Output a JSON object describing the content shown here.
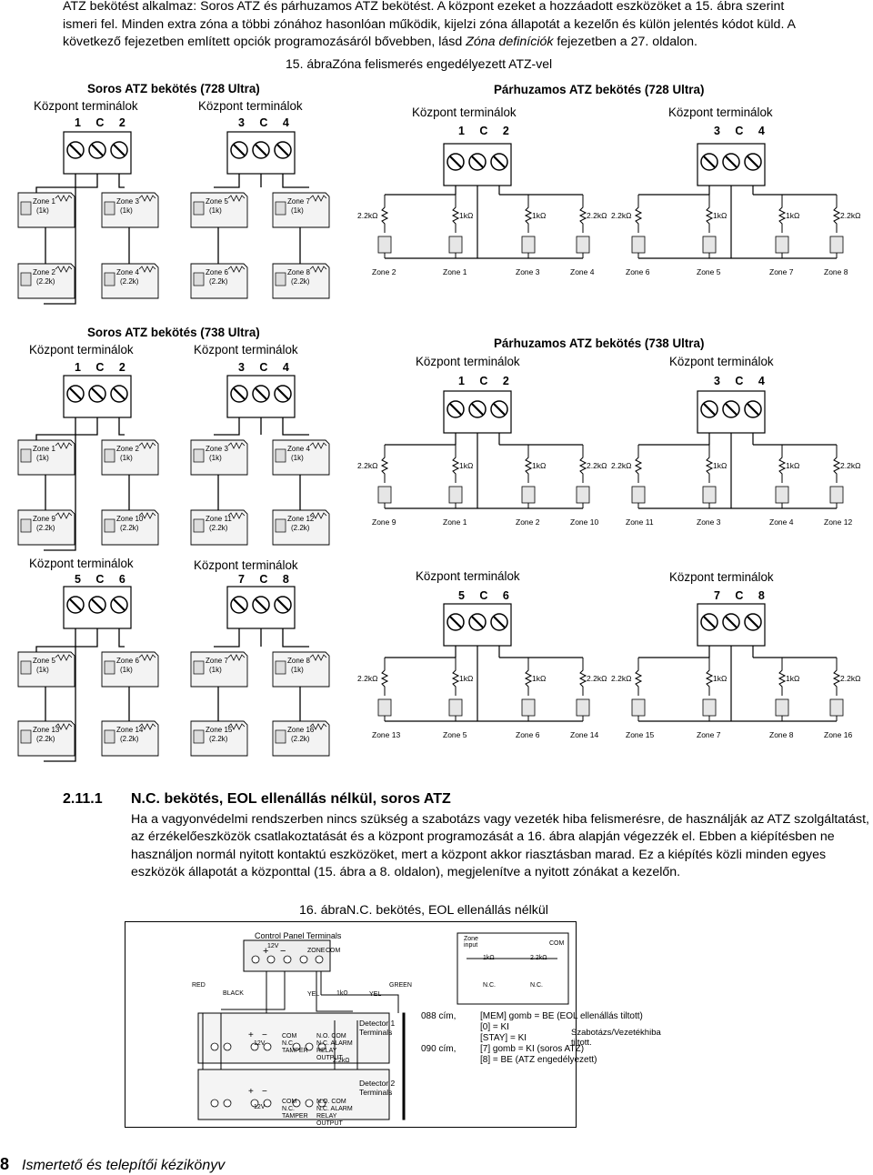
{
  "intro": {
    "line1": "ATZ bekötést alkalmaz: Soros ATZ és párhuzamos ATZ bekötést. A központ ezeket a hozzáadott eszközöket a 15. ábra szerint",
    "line2": "ismeri fel. Minden extra zóna a többi zónához hasonlóan működik, kijelzi zóna állapotát a kezelőn és külön jelentés kódot küld. A",
    "line3a": "következő fejezetben említett opciók programozásáról bővebben, lásd ",
    "line3i": "Zóna definíciók",
    "line3b": " fejezetben a 27. oldalon."
  },
  "figure15": {
    "caption": "15. ábraZóna felismerés engedélyezett ATZ-vel",
    "soros728": "Soros ATZ bekötés (728 Ultra)",
    "parh728": "Párhuzamos ATZ bekötés (728 Ultra)",
    "soros738": "Soros ATZ bekötés (738 Ultra)",
    "parh738": "Párhuzamos ATZ bekötés (738 Ultra)",
    "kozpont": "Központ terminálok",
    "t1": "1 C 2",
    "t2": "3 C 4",
    "t3": "5 C 6",
    "t4": "7 C 8",
    "serial728": {
      "top": [
        [
          "Zone 1",
          "(1k)"
        ],
        [
          "Zone 3",
          "(1k)"
        ],
        [
          "Zone 5",
          "(1k)"
        ],
        [
          "Zone 7",
          "(1k)"
        ]
      ],
      "bottom": [
        [
          "Zone 2",
          "(2.2k)"
        ],
        [
          "Zone 4",
          "(2.2k)"
        ],
        [
          "Zone 6",
          "(2.2k)"
        ],
        [
          "Zone 8",
          "(2.2k)"
        ]
      ]
    },
    "serial738a": {
      "top": [
        [
          "Zone 1",
          "(1k)"
        ],
        [
          "Zone 2",
          "(1k)"
        ],
        [
          "Zone 3",
          "(1k)"
        ],
        [
          "Zone 4",
          "(1k)"
        ]
      ],
      "bottom": [
        [
          "Zone 9",
          "(2.2k)"
        ],
        [
          "Zone 10",
          "(2.2k)"
        ],
        [
          "Zone 11",
          "(2.2k)"
        ],
        [
          "Zone 12",
          "(2.2k)"
        ]
      ]
    },
    "serial738b": {
      "top": [
        [
          "Zone 5",
          "(1k)"
        ],
        [
          "Zone 6",
          "(1k)"
        ],
        [
          "Zone 7",
          "(1k)"
        ],
        [
          "Zone 8",
          "(1k)"
        ]
      ],
      "bottom": [
        [
          "Zone 13",
          "(2.2k)"
        ],
        [
          "Zone 14",
          "(2.2k)"
        ],
        [
          "Zone 15",
          "(2.2k)"
        ],
        [
          "Zone 16",
          "(2.2k)"
        ]
      ]
    },
    "res": [
      "2.2kΩ",
      "1kΩ",
      "1kΩ",
      "2.2kΩ"
    ],
    "par728": [
      [
        "Zone 2",
        "Zone 1",
        "Zone 3",
        "Zone 4"
      ],
      [
        "Zone 6",
        "Zone 5",
        "Zone 7",
        "Zone 8"
      ]
    ],
    "par738a": [
      [
        "Zone 9",
        "Zone 1",
        "Zone 2",
        "Zone 10"
      ],
      [
        "Zone 11",
        "Zone 3",
        "Zone 4",
        "Zone 12"
      ]
    ],
    "par738b": [
      [
        "Zone 13",
        "Zone 5",
        "Zone 6",
        "Zone 14"
      ],
      [
        "Zone 15",
        "Zone 7",
        "Zone 8",
        "Zone 16"
      ]
    ]
  },
  "section": {
    "number": "2.11.1",
    "title": "N.C. bekötés, EOL ellenállás nélkül, soros ATZ",
    "paragraph": "Ha a vagyonvédelmi rendszerben nincs szükség a szabotázs vagy vezeték hiba felismerésre, de használják az ATZ szolgáltatást, az érzékelőeszközök csatlakoztatását és a központ programozását a 16. ábra alapján végezzék el. Ebben a kiépítésben ne használjon normál nyitott kontaktú eszközöket, mert a központ akkor riasztásban marad. Ez a kiépítés közli minden egyes eszközök állapotát a központtal (15. ábra a 8. oldalon), megjelenítve a nyitott zónákat a kezelőn."
  },
  "figure16": {
    "caption": "16. ábraN.C. bekötés, EOL ellenállás nélkül",
    "cpt": "Control Panel Terminals",
    "v12": "12V",
    "zone": "ZONE",
    "com": "COM",
    "plus": "+",
    "minus": "−",
    "zoneinput": "Zone input",
    "comlbl": "COM",
    "r1": "1kΩ",
    "r2": "2.2kΩ",
    "nc": "N.C.",
    "red": "RED",
    "black": "BLACK",
    "yel": "YEL",
    "green": "GREEN",
    "r1b": "1kΩ",
    "r2b": "2.2kΩ",
    "det1": "Detector 1 Terminals",
    "det2": "Detector 2 Terminals",
    "tamper": "COM N.C. TAMPER",
    "alarm": "N.O. COM N.C. ALARM RELAY OUTPUT",
    "addr088": "088 cím,",
    "addr090": "090 cím,",
    "c1": "[MEM] gomb = BE (EOL ellenállás tiltott)",
    "c2": "[0] = KI",
    "c3": "[STAY] = KI",
    "c4": "[7] gomb = KI (soros ATZ)",
    "c5": "[8] = BE (ATZ engedélyezett)",
    "note": "Szabotázs/Vezetékhiba tiltott."
  },
  "footer": {
    "page": "8",
    "book": "Ismertető és telepítői kézikönyv"
  }
}
